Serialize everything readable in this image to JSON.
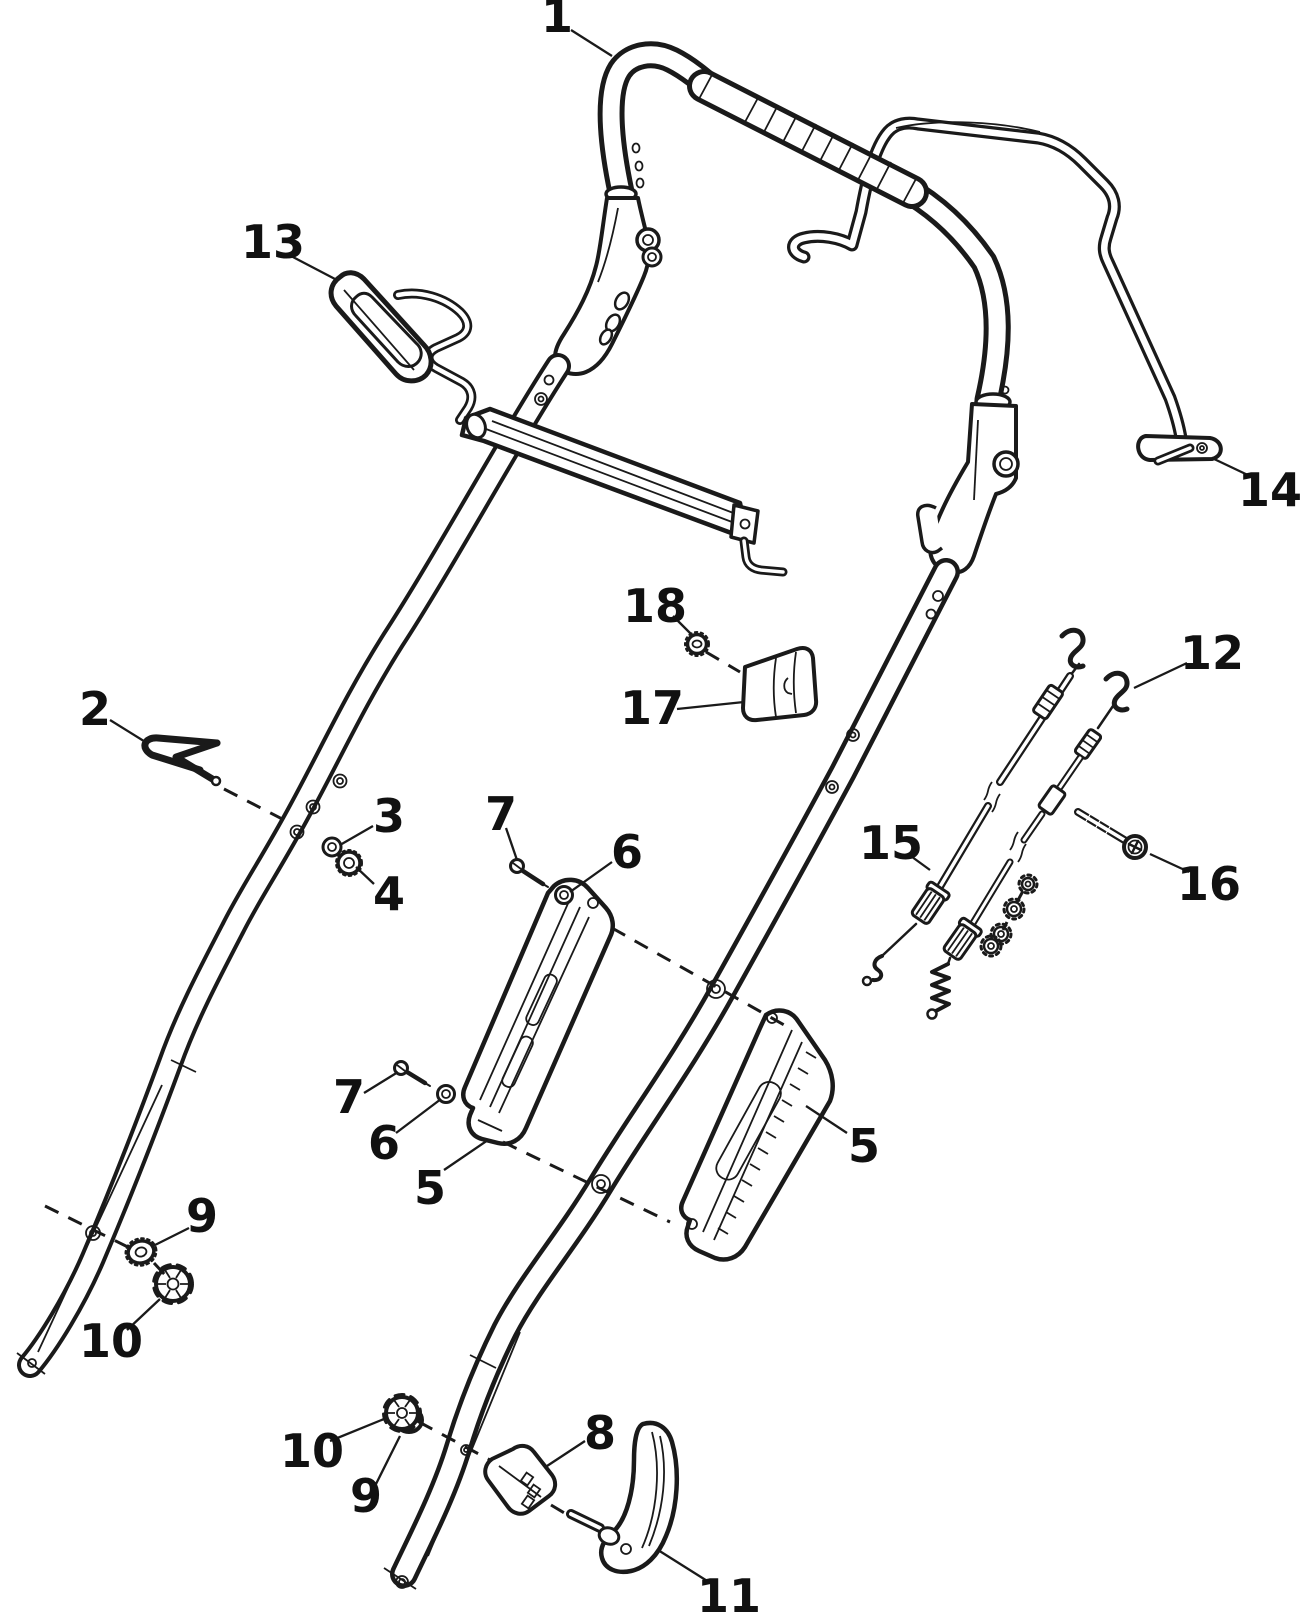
{
  "figure": {
    "background": "#ffffff",
    "ink_color": "#1a1a1a",
    "label_color": "#111111"
  },
  "callouts": [
    {
      "label": "1"
    },
    {
      "label": "2"
    },
    {
      "label": "3"
    },
    {
      "label": "4"
    },
    {
      "label": "5"
    },
    {
      "label": "5"
    },
    {
      "label": "6"
    },
    {
      "label": "6"
    },
    {
      "label": "7"
    },
    {
      "label": "7"
    },
    {
      "label": "8"
    },
    {
      "label": "9"
    },
    {
      "label": "9"
    },
    {
      "label": "10"
    },
    {
      "label": "10"
    },
    {
      "label": "11"
    },
    {
      "label": "12"
    },
    {
      "label": "13"
    },
    {
      "label": "14"
    },
    {
      "label": "15"
    },
    {
      "label": "16"
    },
    {
      "label": "17"
    },
    {
      "label": "18"
    }
  ]
}
